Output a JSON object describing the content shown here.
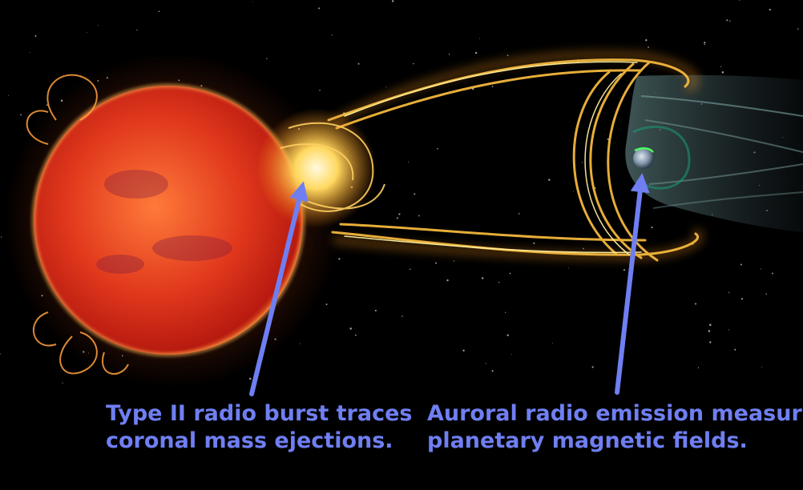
{
  "captions": {
    "left": {
      "line1": "Type II radio burst traces",
      "line2": "coronal mass ejections."
    },
    "right": {
      "line1": "Auroral radio emission measures",
      "line2": "planetary magnetic fields."
    }
  },
  "colors": {
    "background": "#000000",
    "arrow": "#6f7ff2",
    "caption_text": "#6f7ff2",
    "star_core": "#ff5a2a",
    "star_edge": "#c41a10",
    "plasma": "#ffb020",
    "plasma_hot": "#fff2a0",
    "magnetosphere": "#5a7a7a",
    "planet": "#8aa0b8"
  },
  "icons": {
    "star": "red-dwarf-star",
    "planet": "exoplanet",
    "arrows": "pointer-arrow"
  }
}
